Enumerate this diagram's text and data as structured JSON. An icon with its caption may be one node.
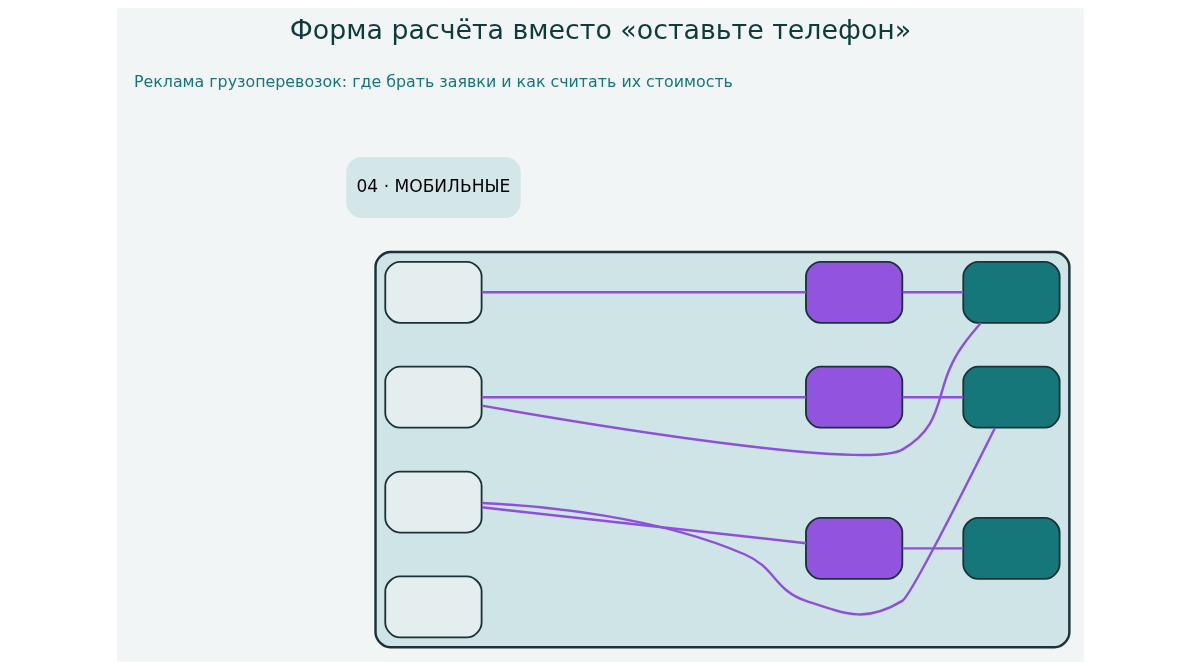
{
  "diagram": {
    "title": "Форма расчёта вместо «оставьте телефон»",
    "caption": "Реклама грузоперевозок: где брать заявки и как считать их стоимость",
    "nodes": [
      {
        "text": [],
        "shape": "box"
      },
      {
        "text": [],
        "shape": "box",
        "in": 0
      },
      {
        "text": [],
        "shape": "box",
        "in": 0
      },
      {
        "text": [],
        "shape": "box",
        "in": 0
      },
      {
        "text": [],
        "shape": "box",
        "in": 0
      },
      {
        "text": [],
        "shape": "box",
        "in": 0
      },
      {
        "text": [],
        "shape": "box",
        "in": 0
      },
      {
        "text": [],
        "shape": "box",
        "in": 0
      },
      {
        "text": [],
        "shape": "box",
        "in": 0
      },
      {
        "text": [],
        "shape": "box",
        "in": 0
      },
      {
        "text": [],
        "shape": "box",
        "in": 0
      }
    ],
    "edges": [
      {
        "from": 1,
        "to": 2,
        "arrow": "none"
      },
      {
        "from": 2,
        "to": 3,
        "arrow": "none"
      },
      {
        "from": 3,
        "to": 4,
        "arrow": "none"
      },
      {
        "from": 4,
        "to": 5,
        "arrow": "none"
      },
      {
        "from": 5,
        "to": 6,
        "arrow": "none"
      },
      {
        "from": 6,
        "to": 7,
        "arrow": "none"
      },
      {
        "from": 7,
        "to": 8,
        "arrow": "none"
      },
      {
        "from": 8,
        "to": 9,
        "arrow": "none"
      }
    ],
    "labels": [
      "04 · МОБИЛЬНЫЕ"
    ]
  }
}
